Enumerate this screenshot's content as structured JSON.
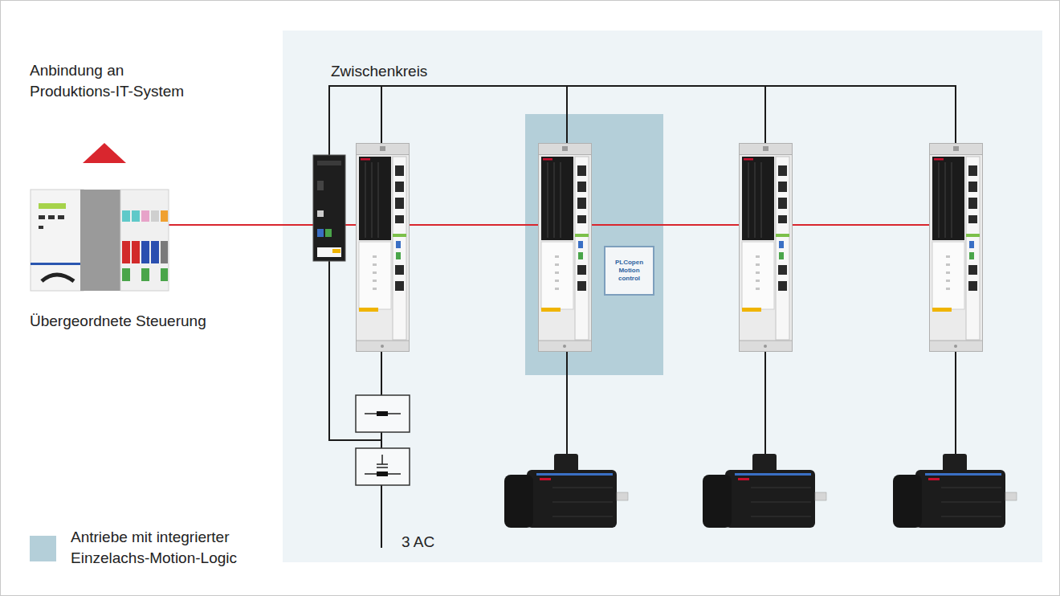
{
  "diagram": {
    "nodes": [
      {
        "text": [
          "Übergeordnete Steuerung"
        ]
      },
      {
        "text": [
          "PLCopen Motion control"
        ]
      }
    ],
    "labels": [
      "Anbindung an Produktions-IT-System",
      "Zwischenkreis",
      "3 AC"
    ],
    "legend": [
      {
        "text": "Antriebe mit integrierter Einzelachs-Motion-Logic",
        "color": "#b4cfd9"
      }
    ]
  }
}
